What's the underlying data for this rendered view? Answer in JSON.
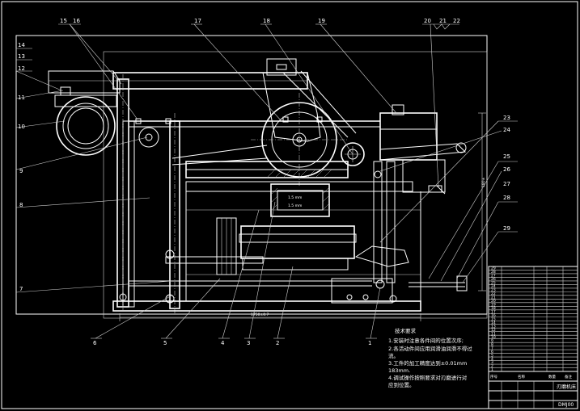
{
  "part_numbers": [
    "1",
    "2",
    "3",
    "4",
    "5",
    "6",
    "7",
    "8",
    "9",
    "10",
    "11",
    "12",
    "13",
    "14",
    "15",
    "16",
    "17",
    "18",
    "19",
    "20",
    "21",
    "22",
    "23",
    "24",
    "25",
    "26",
    "27",
    "28",
    "29"
  ],
  "dimensions": {
    "bottom": "1750±0.7",
    "right": "180±"
  },
  "center_labels": {
    "housing_top": "1.5 mm",
    "housing_bottom": "1.5 mm"
  },
  "tech_notes": {
    "title": "技术要求",
    "lines": [
      "1.安装时注意各件间的位置次序;",
      "2.各活动件间应用润滑油润滑不得过",
      "流。",
      "3.工件的加工精度达到±0.01mm",
      "183mm.",
      "4.调试操作按照要求对刃磨进行对",
      "应到位置。"
    ]
  },
  "title_block": {
    "rows": [
      "29",
      "28",
      "27",
      "26",
      "25",
      "24",
      "23",
      "22",
      "21",
      "20",
      "19",
      "18",
      "17",
      "16",
      "15",
      "14",
      "13",
      "12",
      "11",
      "10",
      "9",
      "8",
      "7",
      "6",
      "5",
      "4",
      "3",
      "2",
      "1"
    ],
    "name": "刃磨机床",
    "code": "DMJ00",
    "label_a": "序号",
    "label_b": "名称",
    "label_c": "数量",
    "label_d": "备注"
  }
}
